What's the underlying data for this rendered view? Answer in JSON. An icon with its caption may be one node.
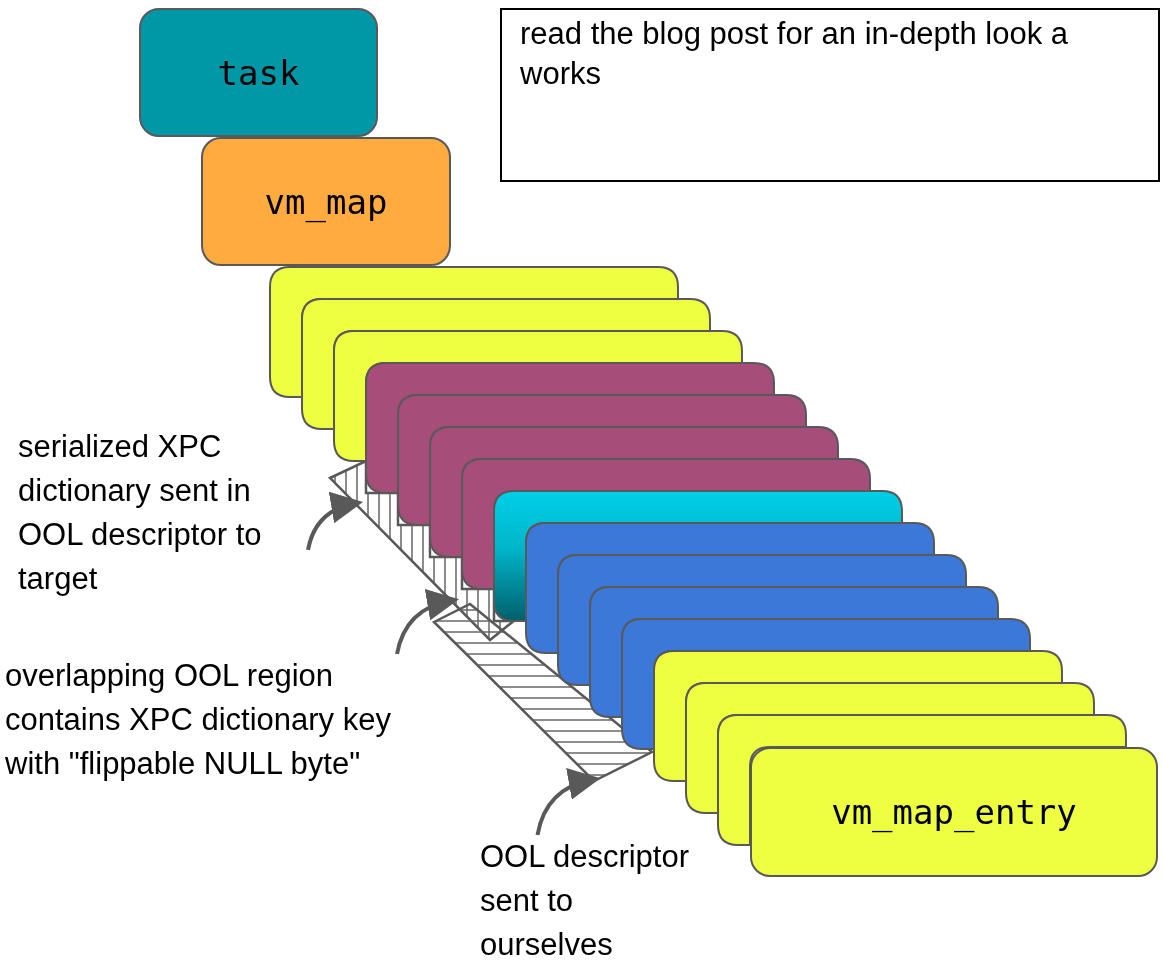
{
  "diagram": {
    "nodes": [
      {
        "text": [
          "task"
        ]
      },
      {
        "text": [
          "vm_map"
        ]
      },
      {
        "text": [
          "read the blog post for an in-depth look a works"
        ]
      },
      {
        "text": [],
        "shape": "box"
      },
      {
        "text": [],
        "shape": "box"
      },
      {
        "text": [],
        "shape": "box"
      },
      {
        "text": [],
        "shape": "box"
      },
      {
        "text": [],
        "shape": "box"
      },
      {
        "text": [],
        "shape": "box"
      },
      {
        "text": [],
        "shape": "box"
      },
      {
        "text": [],
        "shape": "box"
      },
      {
        "text": [],
        "shape": "box"
      },
      {
        "text": [],
        "shape": "box"
      },
      {
        "text": [],
        "shape": "box"
      },
      {
        "text": [],
        "shape": "box"
      },
      {
        "text": [],
        "shape": "box"
      },
      {
        "text": [],
        "shape": "box"
      },
      {
        "text": [],
        "shape": "box"
      },
      {
        "text": [
          "vm_map_entry"
        ]
      },
      {
        "text": [],
        "shape": "parallelogram"
      },
      {
        "text": [],
        "shape": "parallelogram"
      },
      {
        "text": [
          "serialized XPC dictionary sent in OOL descriptor to target"
        ]
      },
      {
        "text": [
          "overlapping OOL region contains XPC dictionary key with \"flippable NULL byte\""
        ]
      },
      {
        "text": [
          "OOL descriptor sent to ourselves"
        ]
      }
    ],
    "edges": [
      {
        "from": 21,
        "to": 19,
        "arrow": "to"
      },
      {
        "from": 22,
        "to": 19,
        "arrow": "to"
      },
      {
        "from": 23,
        "to": 20,
        "arrow": "to"
      }
    ]
  }
}
